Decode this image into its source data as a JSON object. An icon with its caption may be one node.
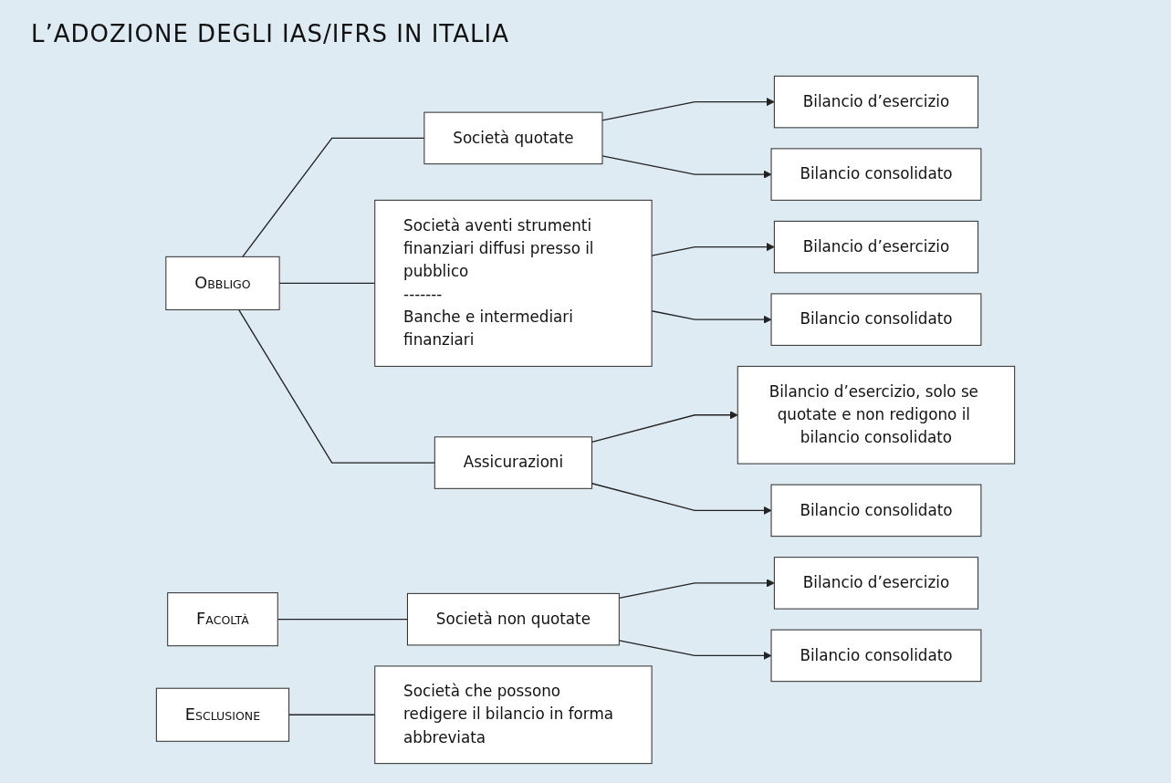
{
  "diagram": {
    "title": "L’ADOZIONE DEGLI IAS/IFRS IN ITALIA",
    "nodes": [
      {
        "text": [
          "Obbligo"
        ]
      },
      {
        "text": [
          "Società quotate"
        ]
      },
      {
        "text": [
          "Bilancio d’esercizio"
        ]
      },
      {
        "text": [
          "Bilancio consolidato"
        ]
      },
      {
        "text": [
          "Società aventi strumenti finanziari diffusi presso il pubblico",
          "-------",
          "Banche e intermediari finanziari"
        ]
      },
      {
        "text": [
          "Bilancio d’esercizio"
        ]
      },
      {
        "text": [
          "Bilancio consolidato"
        ]
      },
      {
        "text": [
          "Assicurazioni"
        ]
      },
      {
        "text": [
          "Bilancio d’esercizio, solo se quotate e non redigono il bilancio consolidato"
        ]
      },
      {
        "text": [
          "Bilancio consolidato"
        ]
      },
      {
        "text": [
          "Facoltà"
        ]
      },
      {
        "text": [
          "Società non quotate"
        ]
      },
      {
        "text": [
          "Bilancio d’esercizio"
        ]
      },
      {
        "text": [
          "Bilancio consolidato"
        ]
      },
      {
        "text": [
          "Esclusione"
        ]
      },
      {
        "text": [
          "Società che possono redigere il bilancio in forma abbreviata"
        ]
      }
    ],
    "edges": [
      {
        "from": 0,
        "to": 1,
        "arrow": "none"
      },
      {
        "from": 0,
        "to": 4,
        "arrow": "none"
      },
      {
        "from": 0,
        "to": 7,
        "arrow": "none"
      },
      {
        "from": 1,
        "to": 2,
        "arrow": "to"
      },
      {
        "from": 1,
        "to": 3,
        "arrow": "to"
      },
      {
        "from": 4,
        "to": 5,
        "arrow": "to"
      },
      {
        "from": 4,
        "to": 6,
        "arrow": "to"
      },
      {
        "from": 7,
        "to": 8,
        "arrow": "to"
      },
      {
        "from": 7,
        "to": 9,
        "arrow": "to"
      },
      {
        "from": 10,
        "to": 11,
        "arrow": "none"
      },
      {
        "from": 11,
        "to": 12,
        "arrow": "to"
      },
      {
        "from": 11,
        "to": 13,
        "arrow": "to"
      },
      {
        "from": 14,
        "to": 15,
        "arrow": "none"
      }
    ]
  }
}
